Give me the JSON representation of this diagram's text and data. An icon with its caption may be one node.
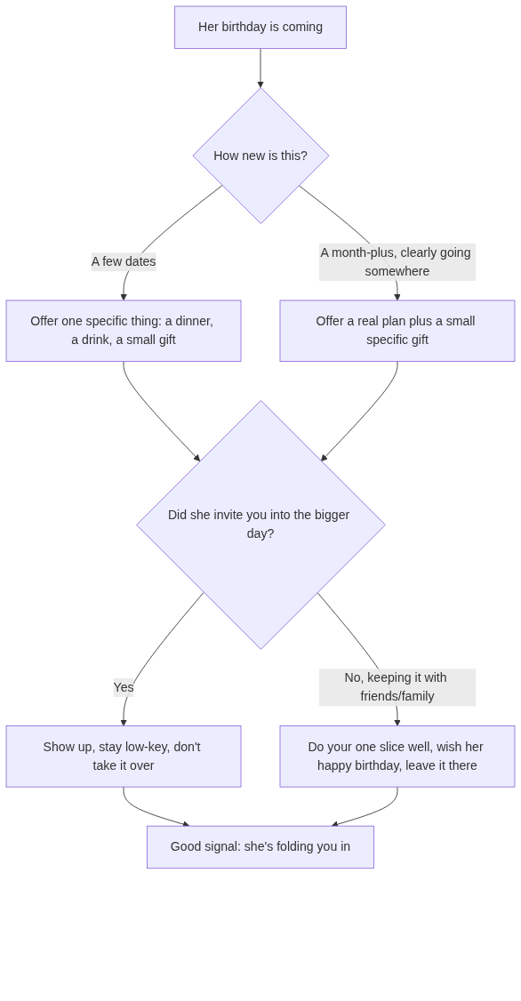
{
  "diagram": {
    "nodes": [
      {
        "text": [
          "Her birthday is coming"
        ]
      },
      {
        "text": [
          "How new is this?"
        ]
      },
      {
        "text": [
          "Offer one specific thing: a dinner, a drink, a small gift"
        ]
      },
      {
        "text": [
          "Offer a real plan plus a small specific gift"
        ]
      },
      {
        "text": [
          "Did she invite you into the bigger day?"
        ]
      },
      {
        "text": [
          "Show up, stay low-key, don't take it over"
        ]
      },
      {
        "text": [
          "Do your one slice well, wish her happy birthday, leave it there"
        ]
      },
      {
        "text": [
          "Good signal: she's folding you in"
        ]
      }
    ],
    "edges": [
      {
        "from": 0,
        "to": 1,
        "arrow": "to"
      },
      {
        "from": 1,
        "to": 2,
        "arrow": "to",
        "label": "A few dates"
      },
      {
        "from": 1,
        "to": 3,
        "arrow": "to",
        "label": "A month-plus, clearly going somewhere"
      },
      {
        "from": 2,
        "to": 4,
        "arrow": "to"
      },
      {
        "from": 3,
        "to": 4,
        "arrow": "to"
      },
      {
        "from": 4,
        "to": 5,
        "arrow": "to",
        "label": "Yes"
      },
      {
        "from": 4,
        "to": 6,
        "arrow": "to",
        "label": "No, keeping it with friends/family"
      },
      {
        "from": 5,
        "to": 7,
        "arrow": "to"
      },
      {
        "from": 6,
        "to": 7,
        "arrow": "to"
      }
    ]
  }
}
